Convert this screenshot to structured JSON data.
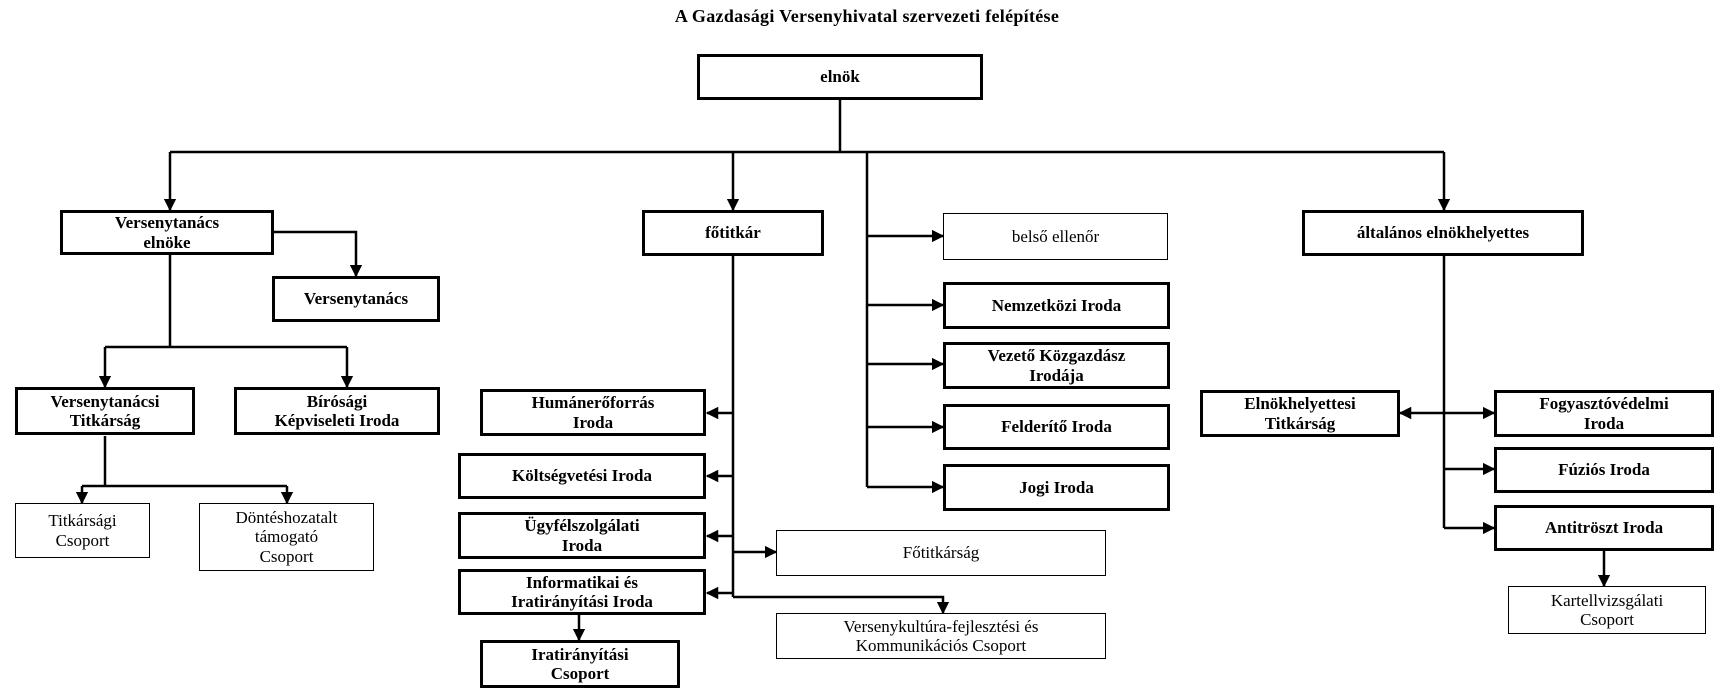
{
  "title": "A Gazdasági Versenyhivatal szervezeti felépítése",
  "nodes": {
    "elnok": "elnök",
    "versenytanacs_elnoke": "Versenytanács\nelnöke",
    "versenytanacs": "Versenytanács",
    "versenytanacsi_titkarsag": "Versenytanácsi\nTitkárság",
    "birosagi_kepviseleti_iroda": "Bírósági\nKépviseleti Iroda",
    "titkarsagi_csoport": "Titkársági\nCsoport",
    "donteshozatalt_tamogato_csoport": "Döntéshozatalt\ntámogató\nCsoport",
    "fotitkar": "főtitkár",
    "humaneroforras_iroda": "Humánerőforrás\nIroda",
    "koltsegvetesi_iroda": "Költségvetési Iroda",
    "ugyfelszolgalati_iroda": "Ügyfélszolgálati\nIroda",
    "informatikai_iroda": "Informatikai és\nIratirányítási Iroda",
    "iratiranyitasi_csoport": "Iratirányítási\nCsoport",
    "fotitkarsag": "Főtitkárság",
    "versenykultura_csoport": "Versenykultúra-fejlesztési és\nKommunikációs Csoport",
    "belso_ellenor": "belső ellenőr",
    "nemzetkozi_iroda": "Nemzetközi Iroda",
    "vezeto_kozgazdasz_iroda": "Vezető Közgazdász\nIrodája",
    "felderito_iroda": "Felderítő Iroda",
    "jogi_iroda": "Jogi Iroda",
    "altalanos_elnokhelyettes": "általános elnökhelyettes",
    "elnokhelyettesi_titkarsag": "Elnökhelyettesi\nTitkárság",
    "fogyasztovedelmi_iroda": "Fogyasztóvédelmi\nIroda",
    "fuzios_iroda": "Fúziós Iroda",
    "antitroszt_iroda": "Antitröszt Iroda",
    "kartellvizsgalati_csoport": "Kartellvizsgálati\nCsoport"
  }
}
